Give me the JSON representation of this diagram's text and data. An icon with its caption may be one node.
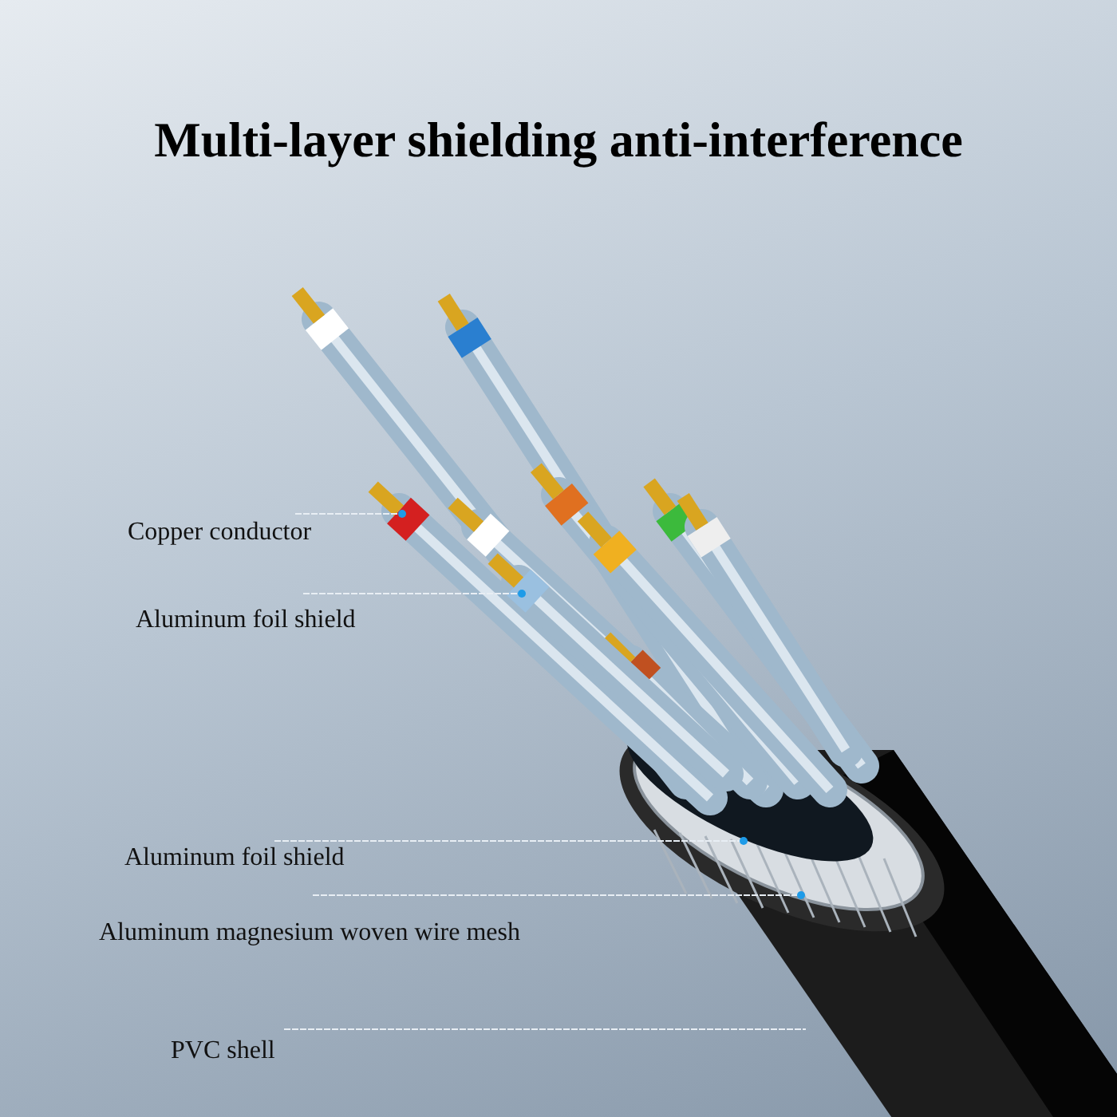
{
  "diagram": {
    "title": "Multi-layer shielding anti-interference",
    "nodes": [
      {
        "text": [
          "Copper conductor"
        ]
      },
      {
        "text": [
          "Aluminum foil shield"
        ]
      },
      {
        "text": [
          "Aluminum foil shield"
        ]
      },
      {
        "text": [
          "Aluminum magnesium woven wire mesh"
        ]
      },
      {
        "text": [
          "PVC shell"
        ]
      }
    ],
    "edges": [
      {
        "from": 0,
        "to": null,
        "arrow": "other"
      },
      {
        "from": 1,
        "to": null,
        "arrow": "other"
      },
      {
        "from": 2,
        "to": null,
        "arrow": "other"
      },
      {
        "from": 3,
        "to": null,
        "arrow": "other"
      },
      {
        "from": 4,
        "to": null,
        "arrow": "none"
      }
    ]
  }
}
